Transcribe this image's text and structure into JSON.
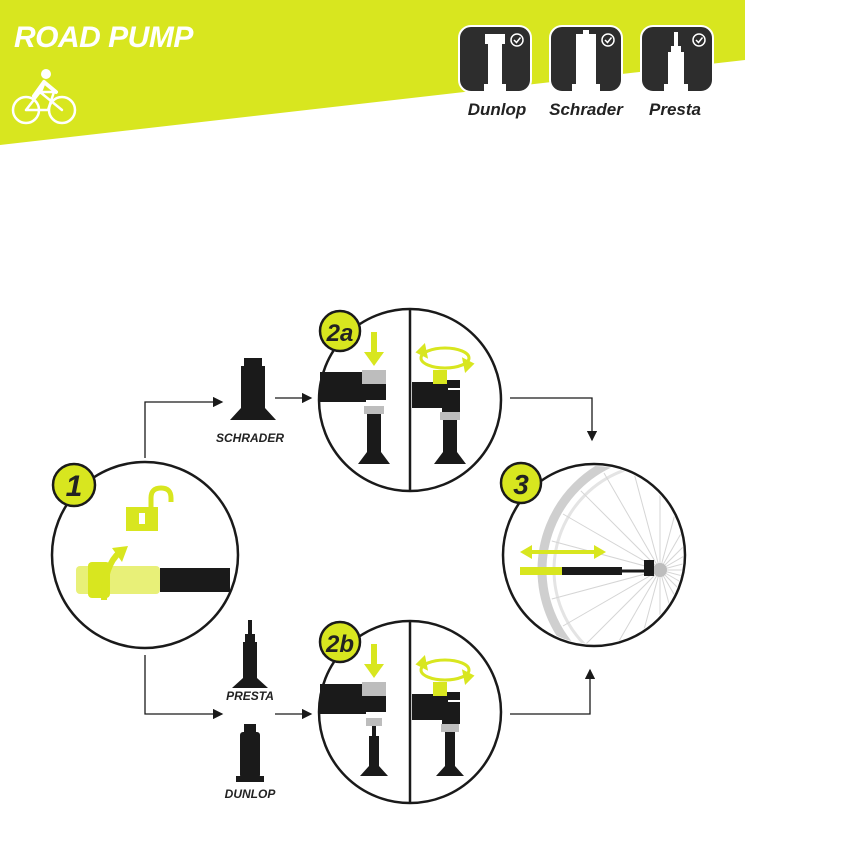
{
  "header": {
    "title": "ROAD PUMP",
    "cyclist_icon": "cyclist-icon",
    "valves": [
      {
        "name": "Dunlop",
        "icon": "dunlop-valve-icon",
        "check_icon": "check-circle-icon"
      },
      {
        "name": "Schrader",
        "icon": "schrader-valve-icon",
        "check_icon": "check-circle-icon"
      },
      {
        "name": "Presta",
        "icon": "presta-valve-icon",
        "check_icon": "check-circle-icon"
      }
    ]
  },
  "diagram": {
    "steps": [
      {
        "id": "1",
        "label": "1",
        "content": "unlock pump head lever"
      },
      {
        "id": "2a",
        "label": "2a",
        "content": "attach to schrader valve"
      },
      {
        "id": "2b",
        "label": "2b",
        "content": "attach to presta / dunlop valve"
      },
      {
        "id": "3",
        "label": "3",
        "content": "inflate the wheel"
      }
    ],
    "valve_labels": {
      "schrader": "SCHRADER",
      "presta": "PRESTA",
      "dunlop": "DUNLOP"
    }
  },
  "colors": {
    "accent": "#d8e61f",
    "ink": "#1a1a1a",
    "banner_text": "#ffffff",
    "tile": "#2d2d2d",
    "grey": "#bdbdbd"
  }
}
